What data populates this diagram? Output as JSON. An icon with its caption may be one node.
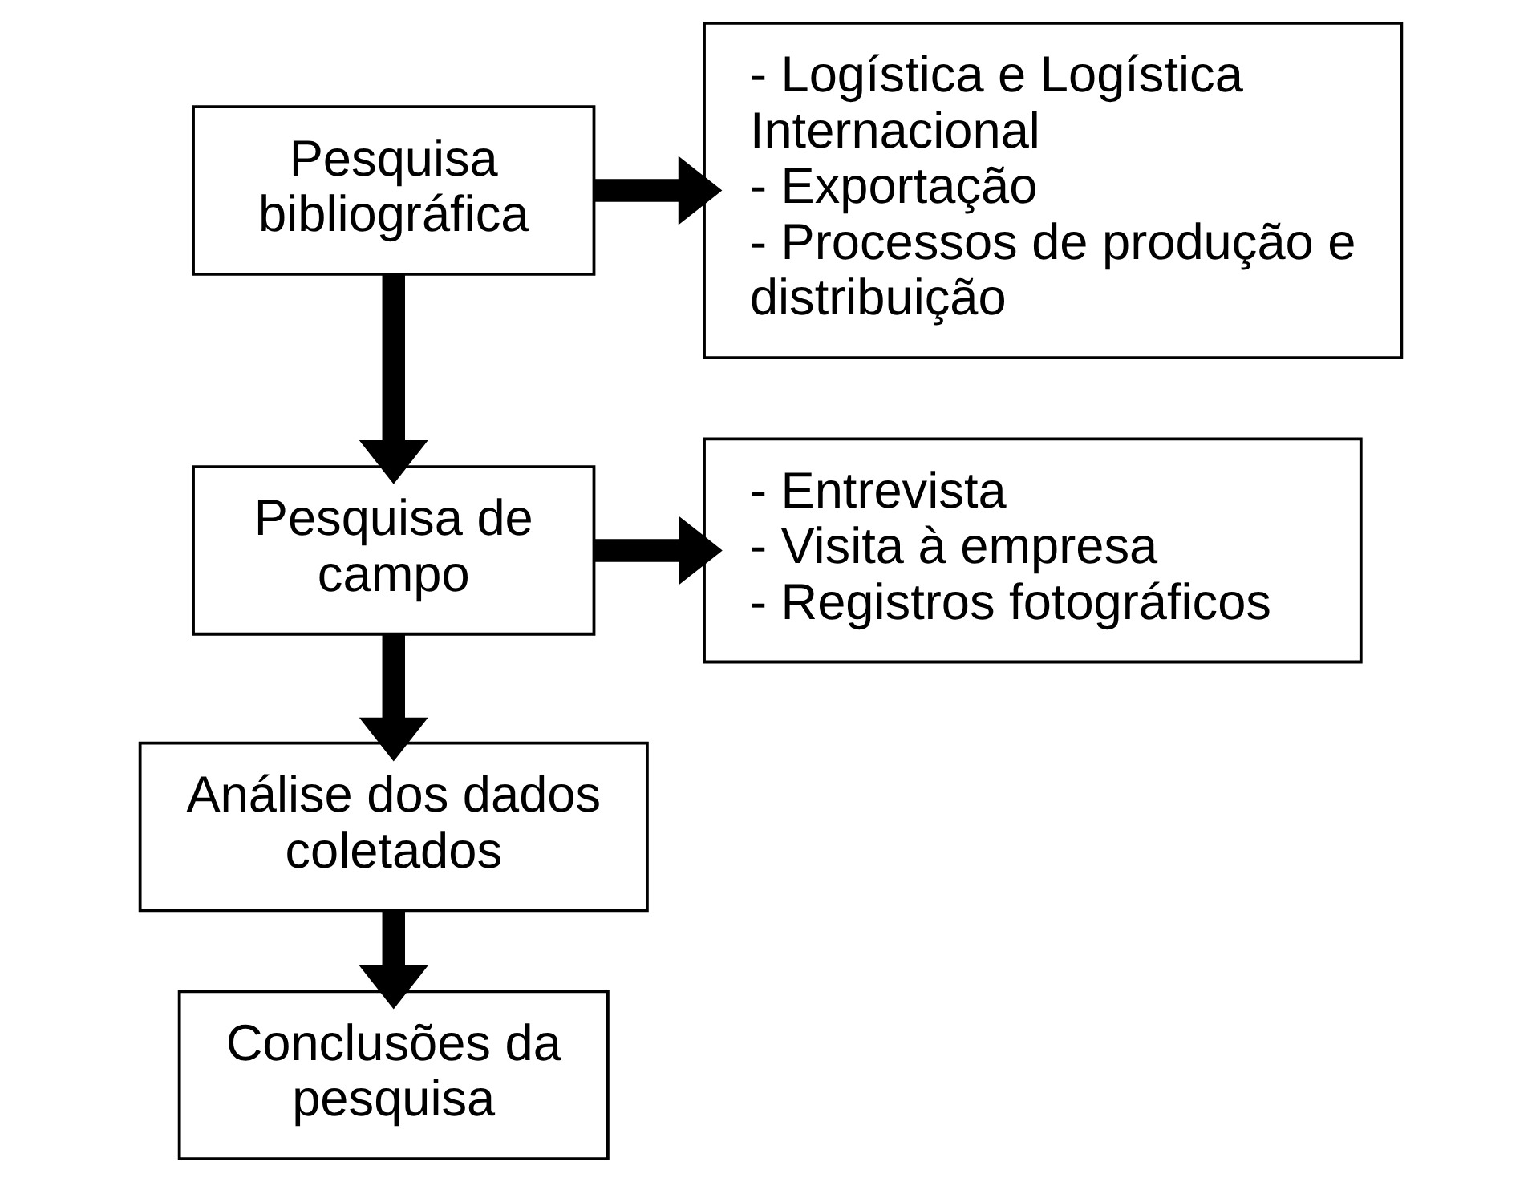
{
  "diagram": {
    "nodes": [
      {
        "text": [
          "Pesquisa bibliográfica"
        ]
      },
      {
        "text": [
          "- Logística e Logística Internacional",
          "- Exportação",
          "- Processos de produção e distribuição"
        ]
      },
      {
        "text": [
          "Pesquisa de campo"
        ]
      },
      {
        "text": [
          "- Entrevista",
          "- Visita à empresa",
          "- Registros fotográficos"
        ]
      },
      {
        "text": [
          "Análise dos dados coletados"
        ]
      },
      {
        "text": [
          "Conclusões da pesquisa"
        ]
      }
    ],
    "edges": [
      {
        "from": 0,
        "to": 1,
        "arrow": "to"
      },
      {
        "from": 0,
        "to": 2,
        "arrow": "to"
      },
      {
        "from": 2,
        "to": 3,
        "arrow": "to"
      },
      {
        "from": 2,
        "to": 4,
        "arrow": "to"
      },
      {
        "from": 4,
        "to": 5,
        "arrow": "to"
      }
    ]
  }
}
